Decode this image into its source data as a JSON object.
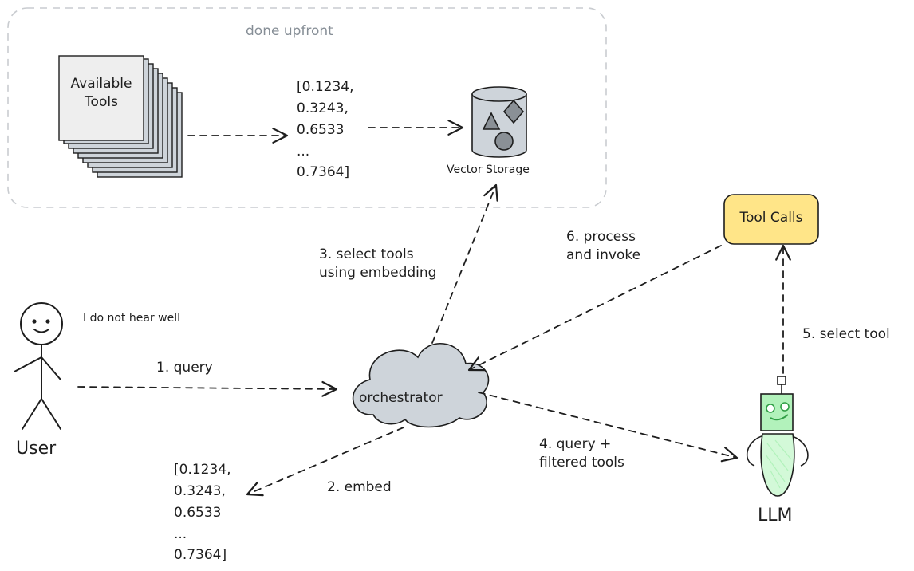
{
  "group_label": "done upfront",
  "tools_doc": {
    "line1": "Available",
    "line2": "Tools"
  },
  "embedding_top": [
    "[0.1234,",
    "0.3243,",
    "0.6533",
    "...",
    "0.7364]"
  ],
  "embedding_bottom": [
    "[0.1234,",
    "0.3243,",
    "0.6533",
    "...",
    "0.7364]"
  ],
  "vector_storage_label": "Vector Storage",
  "tool_calls_label": "Tool Calls",
  "orchestrator_label": "orchestrator",
  "user": {
    "label": "User",
    "speech": "I do not hear well"
  },
  "llm_label": "LLM",
  "steps": {
    "query": "1. query",
    "embed": "2. embed",
    "select_tools": [
      "3. select tools",
      "using embedding"
    ],
    "query_filtered": [
      "4. query +",
      "filtered tools"
    ],
    "select_tool": "5. select tool",
    "process": [
      "6. process",
      "and invoke"
    ]
  },
  "colors": {
    "stroke": "#1e1e1e",
    "grey_fill": "#ced4da",
    "doc_fill": "#eeeeee",
    "tool_calls_fill": "#ffe588",
    "robot_green": "#b2f2bb",
    "robot_stroke": "#2f9e44",
    "group_border": "#c9ccd0"
  }
}
